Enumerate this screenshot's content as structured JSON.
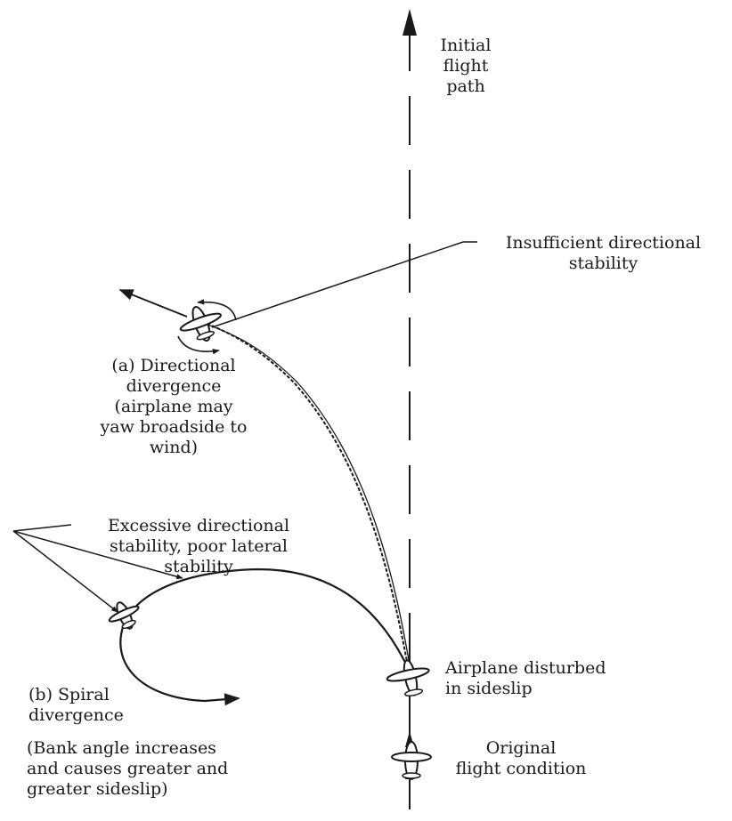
{
  "labels": {
    "initial_flight_path": "Initial\nflight\npath",
    "insufficient_directional_stability": "Insufficient directional\nstability",
    "directional_divergence": "(a) Directional\ndivergence\n(airplane may\nyaw broadside to\nwind)",
    "excessive_directional_stability": "Excessive directional\nstability, poor lateral\nstability",
    "spiral_divergence": "(b) Spiral\ndivergence",
    "spiral_note": "(Bank angle increases\nand causes greater and\ngreater sideslip)",
    "airplane_disturbed": "Airplane disturbed\nin sideslip",
    "original_flight_condition": "Original\nflight condition"
  },
  "colors": {
    "ink": "#1a1a1a",
    "background": "#ffffff"
  }
}
